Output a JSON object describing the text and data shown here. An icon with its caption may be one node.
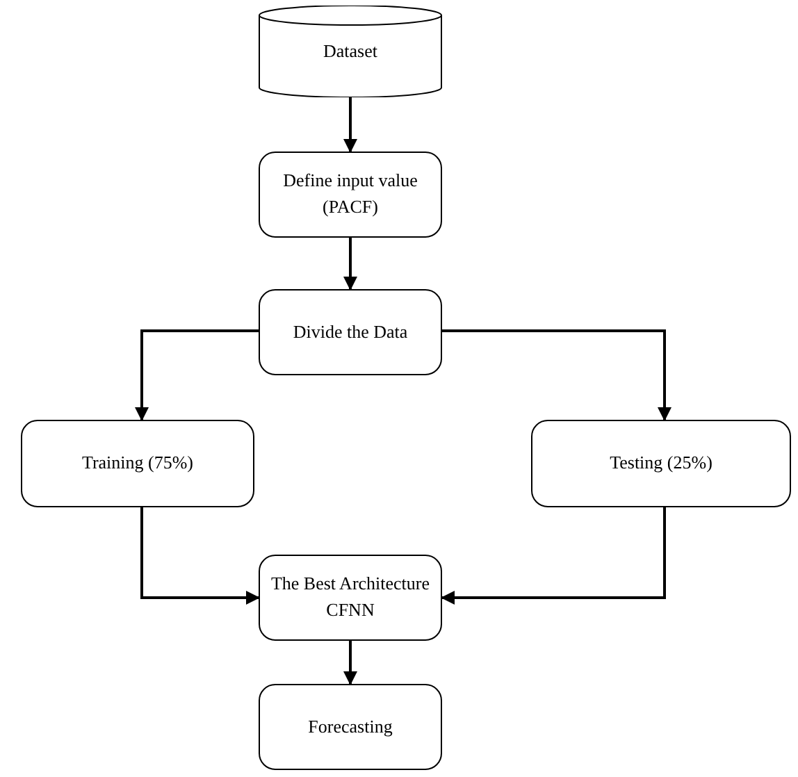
{
  "diagram": {
    "nodes": [
      {
        "text": [
          "Dataset"
        ]
      },
      {
        "text": [
          "Define input value (PACF)"
        ]
      },
      {
        "text": [
          "Divide the Data"
        ]
      },
      {
        "text": [
          "Training (75%)"
        ]
      },
      {
        "text": [
          "Testing (25%)"
        ]
      },
      {
        "text": [
          "The Best  Architecture CFNN"
        ]
      },
      {
        "text": [
          "Forecasting"
        ]
      }
    ],
    "edges": [
      {
        "from": 0,
        "to": 1,
        "arrow": "to"
      },
      {
        "from": 1,
        "to": 2,
        "arrow": "to"
      },
      {
        "from": 2,
        "to": 3,
        "arrow": "to"
      },
      {
        "from": 2,
        "to": 4,
        "arrow": "to"
      },
      {
        "from": 3,
        "to": 5,
        "arrow": "to"
      },
      {
        "from": 4,
        "to": 5,
        "arrow": "to"
      },
      {
        "from": 5,
        "to": 6,
        "arrow": "to"
      }
    ]
  }
}
